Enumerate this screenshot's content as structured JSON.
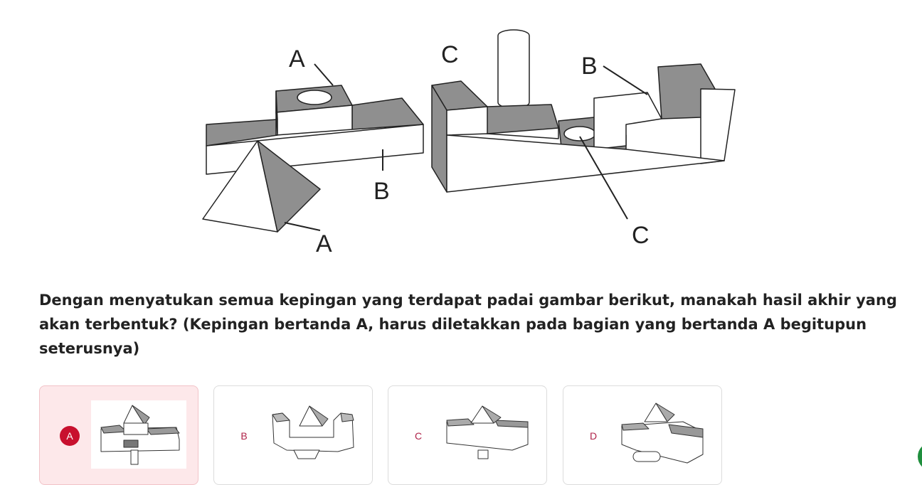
{
  "figure": {
    "labels": {
      "left_top_a": "A",
      "left_b": "B",
      "left_bottom_a": "A",
      "right_c_top": "C",
      "right_b": "B",
      "right_c_bottom": "C"
    }
  },
  "question": {
    "text": "Dengan menyatukan semua kepingan yang terdapat padai gambar berikut, manakah hasil akhir yang akan terbentuk? (Kepingan bertanda A, harus diletakkan pada bagian yang bertanda A begitupun seterusnya)"
  },
  "options": [
    {
      "letter": "A",
      "selected": true
    },
    {
      "letter": "B",
      "selected": false
    },
    {
      "letter": "C",
      "selected": false
    },
    {
      "letter": "D",
      "selected": false
    }
  ],
  "colors": {
    "accent": "#c8102e",
    "selected_bg": "#fde8ea",
    "shade": "#8f8f8f",
    "fab": "#1f8e3d"
  }
}
